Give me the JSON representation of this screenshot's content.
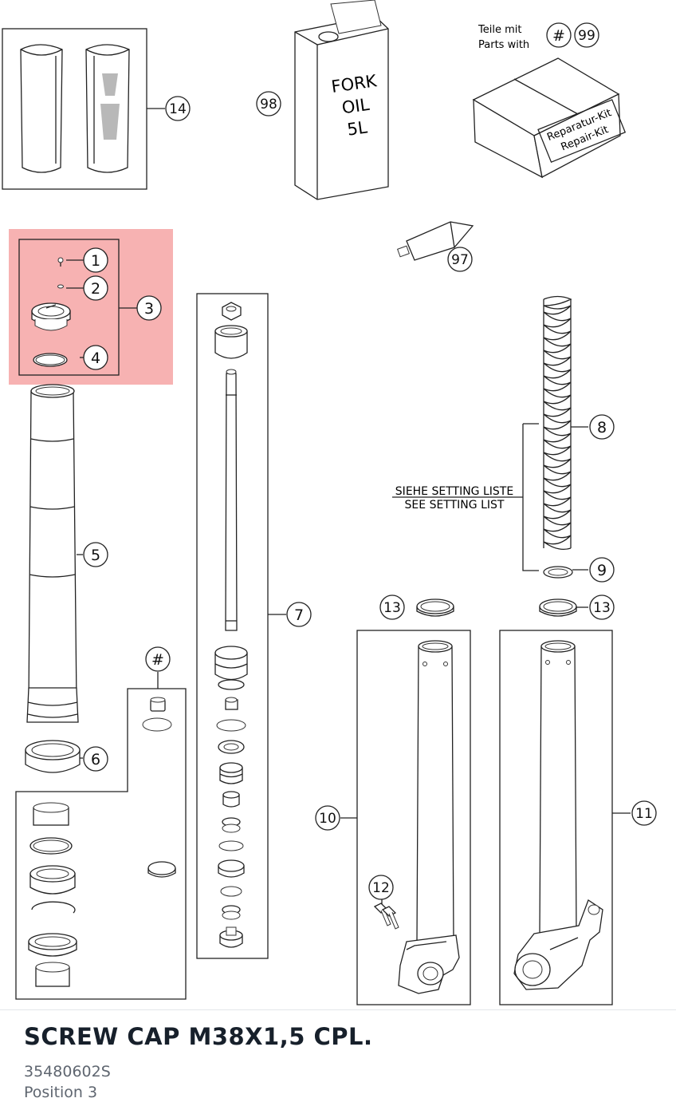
{
  "diagram": {
    "callouts": {
      "c1": "1",
      "c2": "2",
      "c3": "3",
      "c4": "4",
      "c5": "5",
      "c6": "6",
      "c7": "7",
      "c8": "8",
      "c9": "9",
      "c10": "10",
      "c11": "11",
      "c12": "12",
      "c13a": "13",
      "c13b": "13",
      "c14": "14",
      "c97": "97",
      "c98": "98",
      "c99": "99",
      "chash": "#",
      "chash2": "#"
    },
    "fork_oil": {
      "line1": "FORK",
      "line2": "OIL",
      "line3": "5L"
    },
    "repair_kit": {
      "line1": "Reparatur-Kit",
      "line2": "Repair-Kit"
    },
    "parts_with": {
      "line1": "Teile mit",
      "line2": "Parts with"
    },
    "setting_note": {
      "line1": "SIEHE SETTING LISTE",
      "line2": "SEE SETTING LIST"
    },
    "highlight_color": "#f6a4a4"
  },
  "caption": {
    "title": "SCREW CAP M38X1,5 CPL.",
    "part_number": "35480602S",
    "position": "Position 3"
  }
}
